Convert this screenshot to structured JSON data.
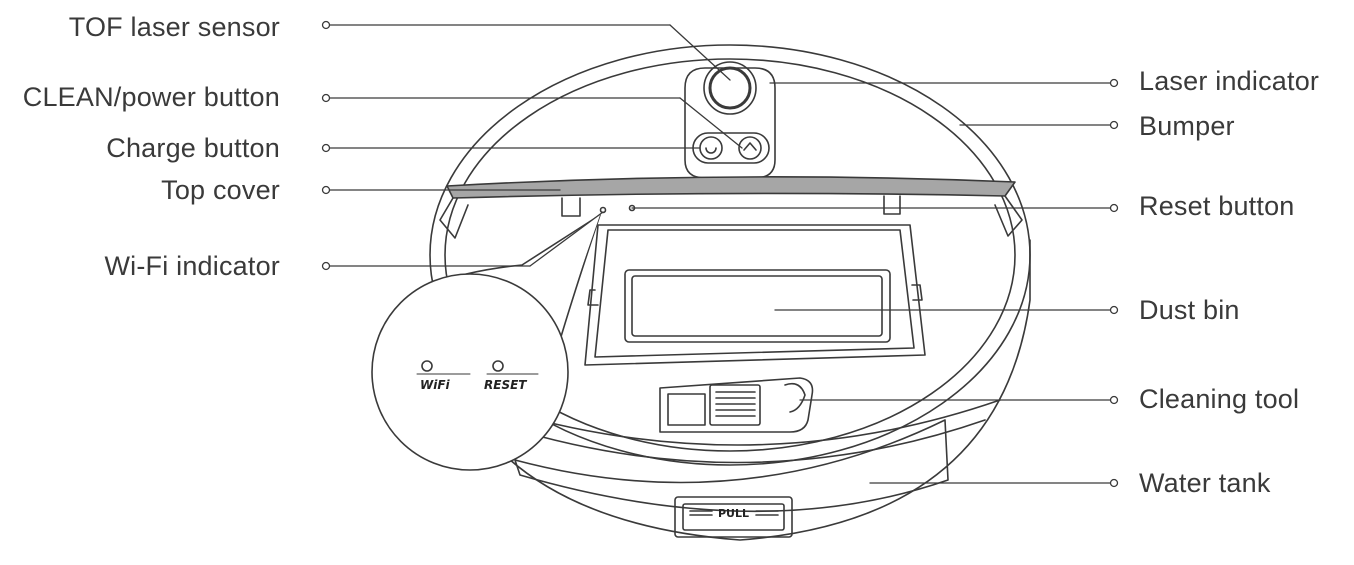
{
  "labels_left": [
    {
      "id": "tof-laser-sensor",
      "text": "TOF laser sensor"
    },
    {
      "id": "clean-power-button",
      "text": "CLEAN/power button"
    },
    {
      "id": "charge-button",
      "text": "Charge button"
    },
    {
      "id": "top-cover",
      "text": "Top cover"
    },
    {
      "id": "wifi-indicator",
      "text": "Wi-Fi indicator"
    }
  ],
  "labels_right": [
    {
      "id": "laser-indicator",
      "text": "Laser indicator"
    },
    {
      "id": "bumper",
      "text": "Bumper"
    },
    {
      "id": "reset-button",
      "text": "Reset button"
    },
    {
      "id": "dust-bin",
      "text": "Dust bin"
    },
    {
      "id": "cleaning-tool",
      "text": "Cleaning tool"
    },
    {
      "id": "water-tank",
      "text": "Water tank"
    }
  ],
  "inset": {
    "wifi_label": "WiFi",
    "reset_label": "RESET"
  },
  "pull_label": "PULL",
  "colors": {
    "line": "#3a3a3a",
    "text": "#3a3a3a",
    "cover_fill": "#a6a6a6"
  }
}
